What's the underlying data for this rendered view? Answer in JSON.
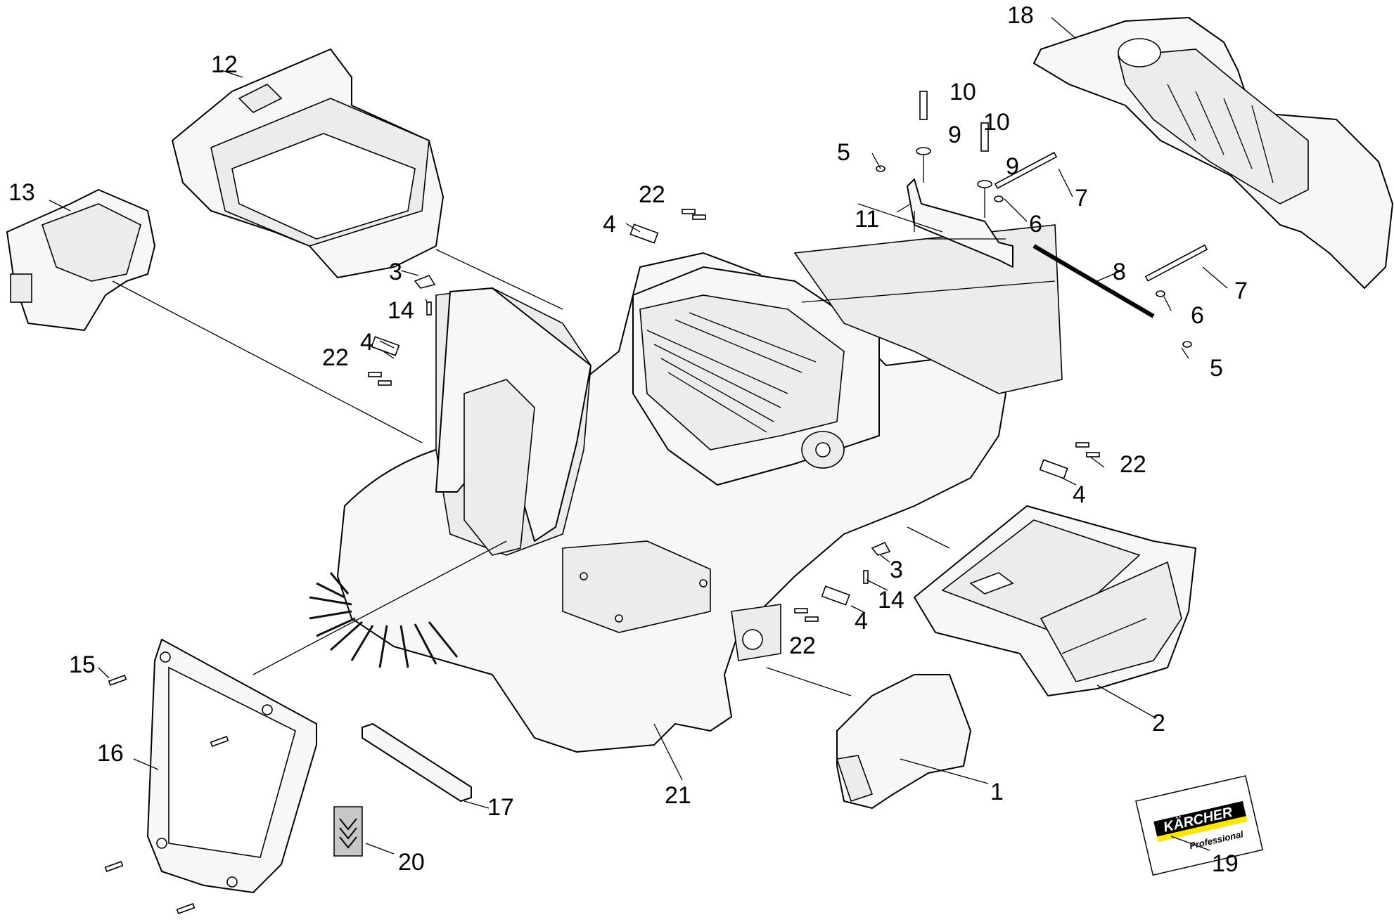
{
  "diagram": {
    "callouts": {
      "c1": "1",
      "c2": "2",
      "c3a": "3",
      "c3b": "3",
      "c4a": "4",
      "c4b": "4",
      "c4c": "4",
      "c4d": "4",
      "c5a": "5",
      "c5b": "5",
      "c6a": "6",
      "c6b": "6",
      "c7a": "7",
      "c7b": "7",
      "c8": "8",
      "c9a": "9",
      "c9b": "9",
      "c10a": "10",
      "c10b": "10",
      "c11": "11",
      "c12": "12",
      "c13": "13",
      "c14a": "14",
      "c14b": "14",
      "c15": "15",
      "c16": "16",
      "c17": "17",
      "c18": "18",
      "c19": "19",
      "c20": "20",
      "c21": "21",
      "c22a": "22",
      "c22b": "22",
      "c22c": "22",
      "c22d": "22"
    },
    "decal": {
      "brand": "KÄRCHER",
      "sub": "Professional",
      "brand_color": "#ffe600"
    }
  }
}
